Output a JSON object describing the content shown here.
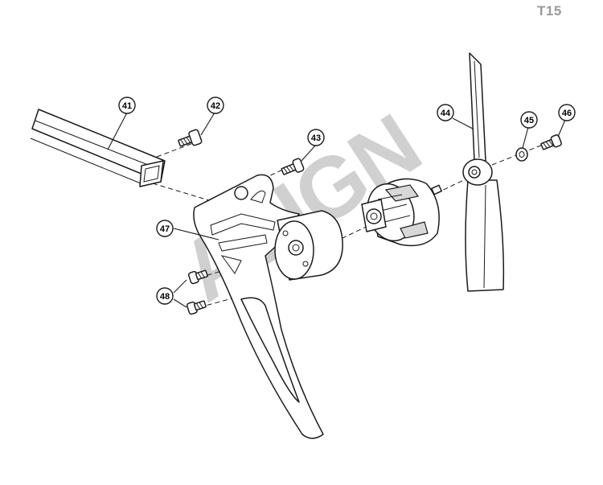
{
  "page_code": "T15",
  "watermark": "ALIGN",
  "colors": {
    "line": "#1b1b1b",
    "watermark": "#c8c8c8",
    "callout_fill": "#ffffff",
    "page_code": "#9a9a9a"
  },
  "callouts": [
    {
      "id": "41",
      "label": "41"
    },
    {
      "id": "42",
      "label": "42"
    },
    {
      "id": "43",
      "label": "43"
    },
    {
      "id": "44",
      "label": "44"
    },
    {
      "id": "45",
      "label": "45"
    },
    {
      "id": "46",
      "label": "46"
    },
    {
      "id": "47",
      "label": "47"
    },
    {
      "id": "48",
      "label": "48"
    }
  ]
}
